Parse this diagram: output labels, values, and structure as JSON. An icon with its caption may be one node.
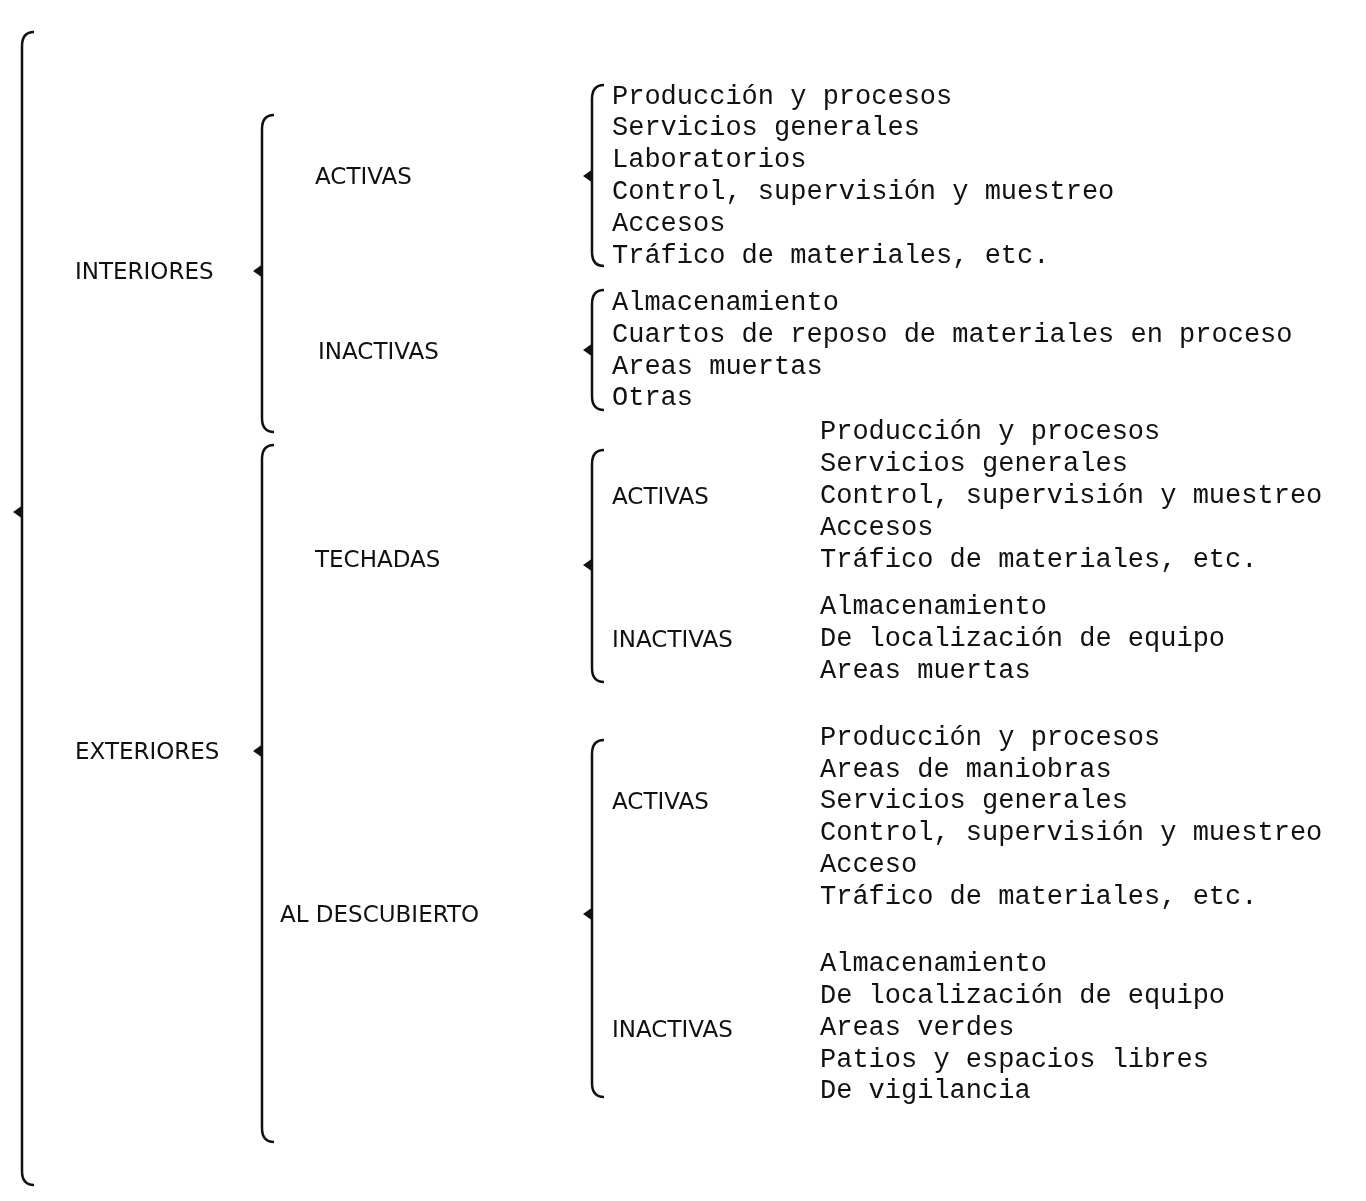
{
  "diagram": {
    "labels": [
      "INTERIORES",
      "ACTIVAS",
      "Producción y procesos",
      "Servicios generales",
      "Laboratorios",
      "Control, supervisión y muestreo",
      "Accesos",
      "Tráfico de materiales, etc.",
      "INACTIVAS",
      "Almacenamiento",
      "Cuartos de reposo de materiales en proceso",
      "Areas muertas",
      "Otras",
      "EXTERIORES",
      "TECHADAS",
      "ACTIVAS",
      "Producción y procesos",
      "Servicios generales",
      "Control, supervisión y muestreo",
      "Accesos",
      "Tráfico de materiales, etc.",
      "INACTIVAS",
      "Almacenamiento",
      "De localización de equipo",
      "Areas muertas",
      "AL DESCUBIERTO",
      "ACTIVAS",
      "Producción y procesos",
      "Areas de maniobras",
      "Servicios generales",
      "Control, supervisión y muestreo",
      "Acceso",
      "Tráfico de materiales, etc.",
      "INACTIVAS",
      "Almacenamiento",
      "De localización de equipo",
      "Areas verdes",
      "Patios y espacios libres",
      "De vigilancia"
    ]
  }
}
